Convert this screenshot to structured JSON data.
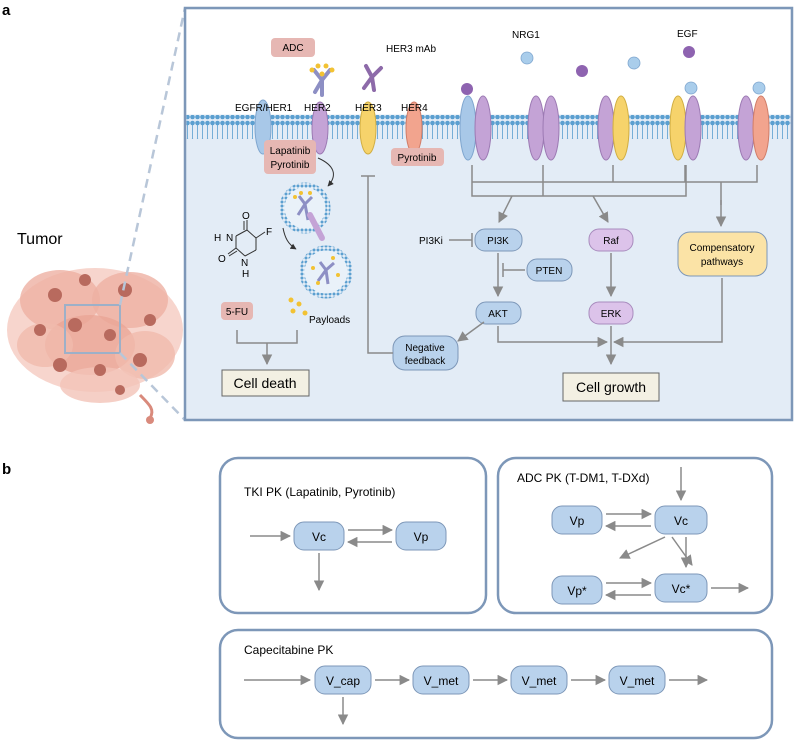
{
  "panel_a": {
    "label": "a",
    "tumor_label": "Tumor",
    "receptors": {
      "egfr": "EGFR/HER1",
      "her2": "HER2",
      "her3": "HER3",
      "her4": "HER4"
    },
    "ligands": {
      "nrg1": "NRG1",
      "egf": "EGF"
    },
    "drugs": {
      "adc": "ADC",
      "her3_mab": "HER3 mAb",
      "lapatinib": "Lapatinib",
      "pyrotinib_1": "Pyrotinib",
      "pyrotinib_2": "Pyrotinib",
      "five_fu": "5-FU",
      "payloads": "Payloads",
      "pi3ki": "PI3Ki"
    },
    "molecule_atoms": {
      "o_top": "O",
      "f": "F",
      "o_left": "O",
      "nh_top": "H",
      "n_top": "N",
      "n_bottom": "N",
      "h_bottom": "H"
    },
    "nodes": {
      "pi3k": "PI3K",
      "pten": "PTEN",
      "akt": "AKT",
      "raf": "Raf",
      "erk": "ERK",
      "comp_line1": "Compensatory",
      "comp_line2": "pathways",
      "neg_line1": "Negative",
      "neg_line2": "feedback"
    },
    "outcomes": {
      "cell_death": "Cell death",
      "cell_growth": "Cell growth"
    }
  },
  "panel_b": {
    "label": "b",
    "tki": {
      "title": "TKI PK (Lapatinib, Pyrotinib)",
      "vc": "Vc",
      "vp": "Vp"
    },
    "adc": {
      "title": "ADC PK (T-DM1, T-DXd)",
      "vp": "Vp",
      "vc": "Vc",
      "vp_star": "Vp*",
      "vc_star": "Vc*"
    },
    "cap": {
      "title": "Capecitabine PK",
      "n1": "V_cap",
      "n2": "V_met",
      "n3": "V_met",
      "n4": "V_met"
    }
  },
  "colors": {
    "panel_border": "#7d97b8",
    "panel_fill": "#e3ecf6",
    "membrane": "#5b9fd0",
    "node_fill": "#b9d2ec",
    "node_stroke": "#7d97b8",
    "drug_fill": "#e6b7b3",
    "arrow": "#8a8a8a",
    "her1": "#a8c8e8",
    "her2": "#c4a3d6",
    "her3": "#f6d36b",
    "her4": "#f2a48e",
    "nrg1": "#a9cdeb",
    "egf": "#8e63b0",
    "outcome_fill": "#f3f0e3",
    "comp_fill": "#fbe3a6",
    "payload": "#f2c233"
  }
}
